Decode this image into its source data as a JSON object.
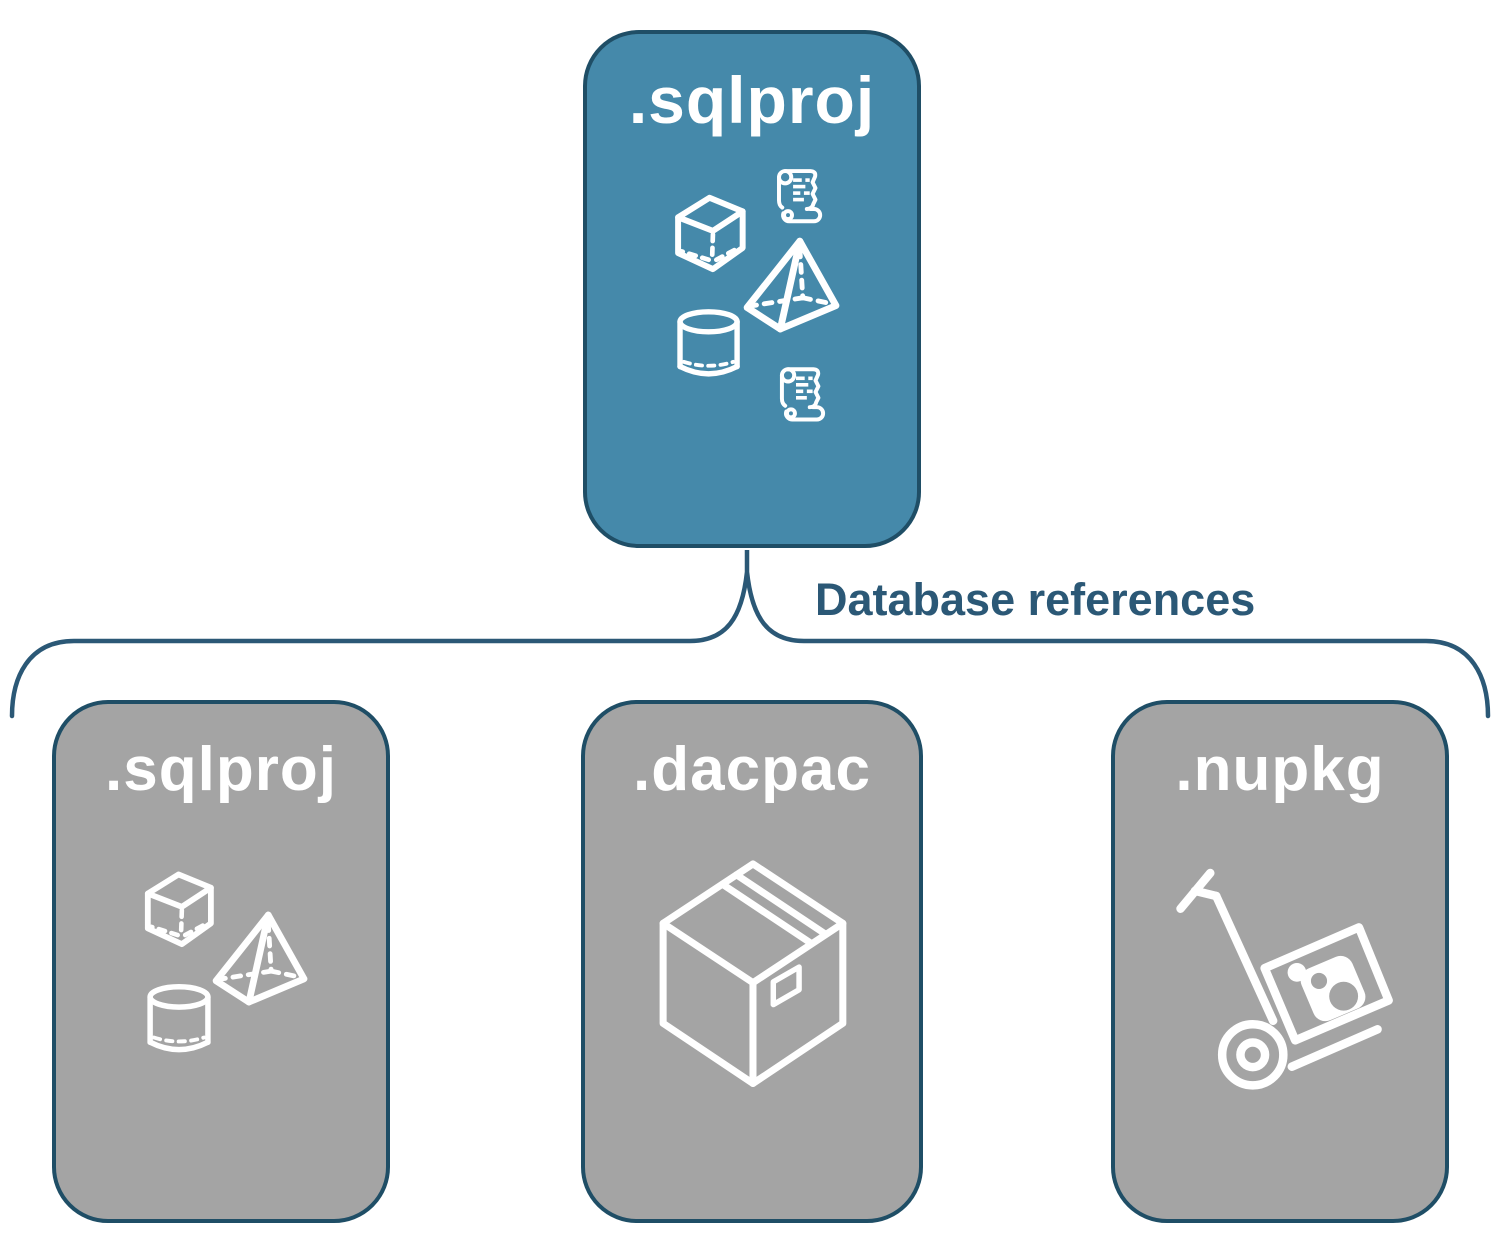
{
  "root_node": {
    "label": ".sqlproj",
    "icons": [
      "cube-icon",
      "sql-script-scroll-icon",
      "pyramid-icon",
      "cylinder-icon",
      "sql-script-scroll-icon"
    ]
  },
  "connector": {
    "label": "Database references"
  },
  "child_nodes": [
    {
      "label": ".sqlproj",
      "icons": [
        "cube-icon",
        "pyramid-icon",
        "cylinder-icon"
      ]
    },
    {
      "label": ".dacpac",
      "icons": [
        "package-box-icon"
      ]
    },
    {
      "label": ".nupkg",
      "icons": [
        "nuget-hand-truck-icon"
      ]
    }
  ],
  "colors": {
    "root_fill": "#4589AA",
    "child_fill": "#A4A4A4",
    "node_border": "#1F4E66",
    "connector_line": "#2B5876",
    "connector_text": "#2B5876",
    "icon_stroke": "#FFFFFF",
    "background": "#FFFFFF"
  }
}
